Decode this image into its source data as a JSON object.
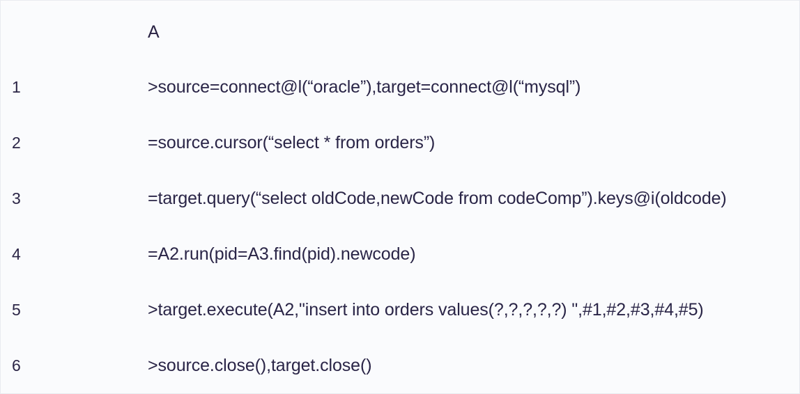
{
  "spreadsheet": {
    "column_headers": [
      "",
      "A"
    ],
    "row_header_label": "",
    "columns": {
      "a_label": "A"
    },
    "rows": [
      {
        "num": "1",
        "a": ">source=connect@l(“oracle”),target=connect@l(“mysql”)"
      },
      {
        "num": "2",
        "a": "=source.cursor(“select * from orders”)"
      },
      {
        "num": "3",
        "a": "=target.query(“select oldCode,newCode from codeComp”).keys@i(oldcode)"
      },
      {
        "num": "4",
        "a": "=A2.run(pid=A3.find(pid).newcode)"
      },
      {
        "num": "5",
        "a": ">target.execute(A2,\"insert into orders values(?,?,?,?,?) \",#1,#2,#3,#4,#5)"
      },
      {
        "num": "6",
        "a": ">source.close(),target.close()"
      }
    ]
  },
  "colors": {
    "background": "#fafbfd",
    "text": "#2a2547",
    "border": "#e9ebf0"
  }
}
